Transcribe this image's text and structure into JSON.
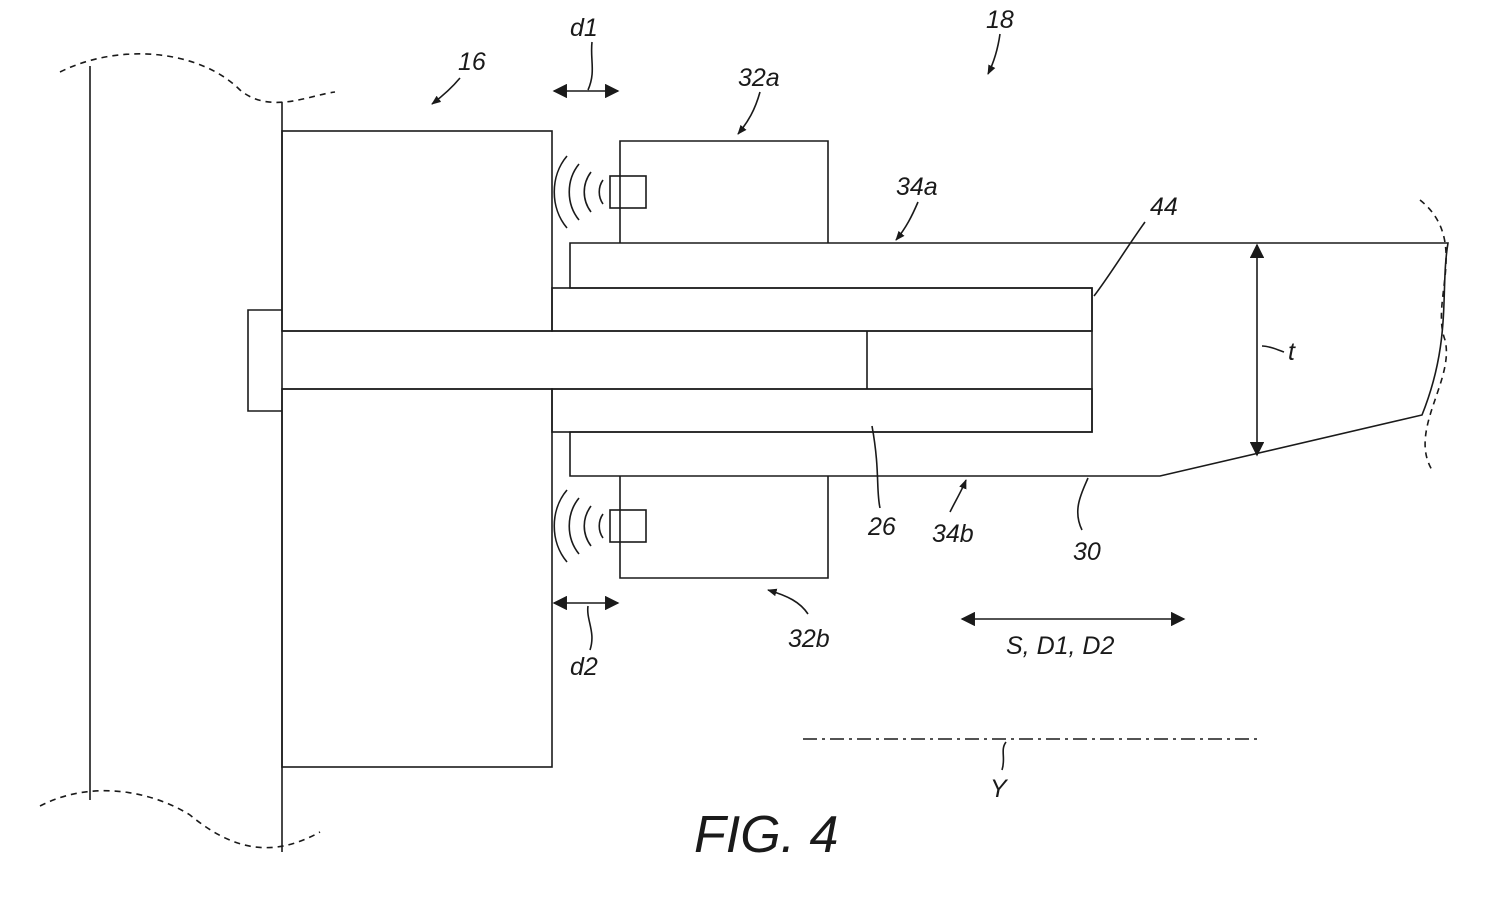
{
  "figure": {
    "caption": "FIG. 4"
  },
  "labels": {
    "part_16": "16",
    "part_18": "18",
    "dim_d1": "d1",
    "dim_d2": "d2",
    "sensor_32a": "32a",
    "sensor_32b": "32b",
    "surface_34a": "34a",
    "surface_34b": "34b",
    "ref_44": "44",
    "ref_26": "26",
    "ref_30": "30",
    "thickness_t": "t",
    "direction_s": "S, D1, D2",
    "axis_y": "Y"
  },
  "colors": {
    "ink": "#1a1a1a",
    "background": "#ffffff"
  }
}
